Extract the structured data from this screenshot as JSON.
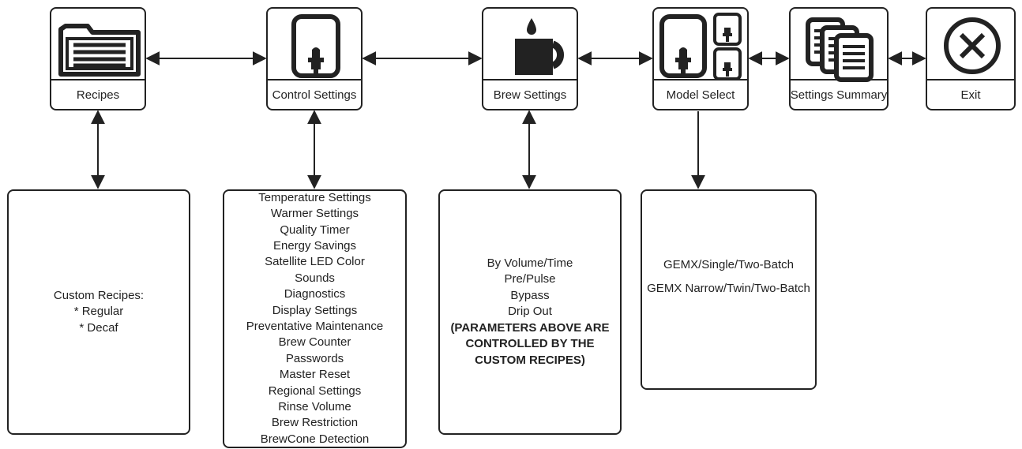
{
  "menu": {
    "recipes": "Recipes",
    "control_settings": "Control Settings",
    "brew_settings": "Brew Settings",
    "model_select": "Model Select",
    "settings_summary": "Settings Summary",
    "exit": "Exit"
  },
  "icons": {
    "recipes": "folder-document-icon",
    "control_settings": "dispenser-faucet-icon",
    "brew_settings": "coffee-mug-drop-icon",
    "model_select": "dispenser-models-icon",
    "settings_summary": "stacked-documents-icon",
    "exit": "circle-x-icon"
  },
  "panels": {
    "recipes": {
      "title": "Custom Recipes:",
      "items": [
        "* Regular",
        "* Decaf"
      ]
    },
    "control_settings": {
      "items": [
        "Temperature Settings",
        "Warmer Settings",
        "Quality Timer",
        "Energy Savings",
        "Satellite LED Color",
        "Sounds",
        "Diagnostics",
        "Display Settings",
        "Preventative Maintenance",
        "Brew Counter",
        "Passwords",
        "Master Reset",
        "Regional Settings",
        "Rinse Volume",
        "Brew Restriction",
        "BrewCone Detection"
      ]
    },
    "brew_settings": {
      "items": [
        "By Volume/Time",
        "Pre/Pulse",
        "Bypass",
        "Drip Out"
      ],
      "note": [
        "(PARAMETERS ABOVE ARE",
        "CONTROLLED BY THE",
        "CUSTOM RECIPES)"
      ]
    },
    "model_select": {
      "items": [
        "GEMX/Single/Two-Batch",
        "GEMX Narrow/Twin/Two-Batch"
      ]
    }
  },
  "colors": {
    "stroke": "#222222",
    "background": "#ffffff"
  }
}
